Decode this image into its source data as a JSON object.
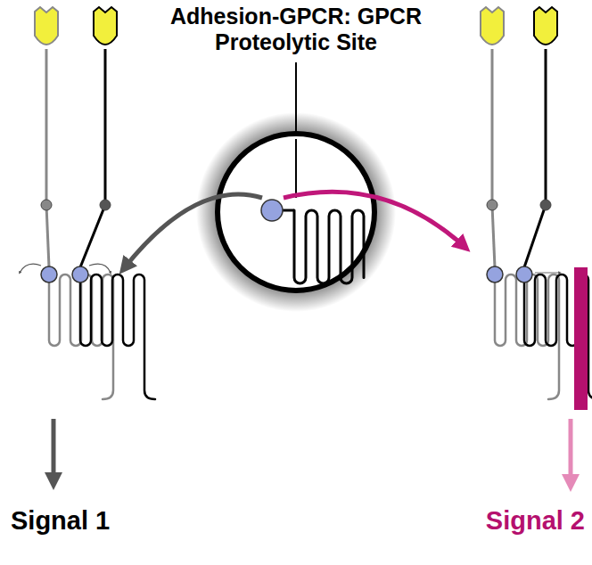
{
  "diagram": {
    "title": "Adhesion-GPCR: GPCR Proteolytic Site",
    "labels": [
      "Signal 1",
      "Signal 2"
    ]
  }
}
